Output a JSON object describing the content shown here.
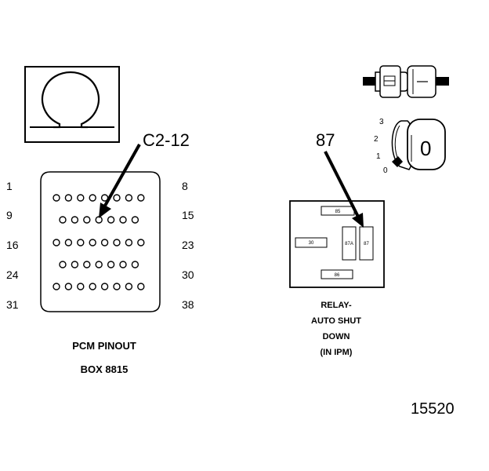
{
  "pcm": {
    "callout": "C2-12",
    "caption_line1": "PCM PINOUT",
    "caption_line2": "BOX 8815",
    "left_numbers": [
      "1",
      "9",
      "16",
      "24",
      "31"
    ],
    "right_numbers": [
      "8",
      "15",
      "23",
      "30",
      "38"
    ],
    "pin_rows": [
      8,
      7,
      8,
      7,
      8
    ]
  },
  "relay": {
    "callout": "87",
    "caption_lines": [
      "RELAY-",
      "AUTO SHUT",
      "DOWN",
      "(IN IPM)"
    ],
    "terminals": {
      "t85": "85",
      "t30": "30",
      "t87a": "87A",
      "t87": "87",
      "t86": "86"
    }
  },
  "switch": {
    "positions": [
      "3",
      "2",
      "1",
      "0"
    ],
    "key_label": "0"
  },
  "figure_number": "15520",
  "colors": {
    "ink": "#000000",
    "paper": "#ffffff"
  }
}
